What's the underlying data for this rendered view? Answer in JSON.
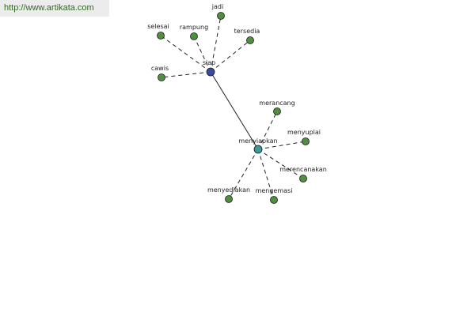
{
  "url": "http://www.artikata.com",
  "colors": {
    "hub_primary": "#3a4a9c",
    "hub_secondary": "#3e9a9a",
    "leaf": "#4f8f3f",
    "edge": "#222222"
  },
  "nodes": [
    {
      "id": "siap",
      "label": "siap",
      "kind": "hub_primary"
    },
    {
      "id": "menyiapkan",
      "label": "menyiapkan",
      "kind": "hub_secondary"
    },
    {
      "id": "jadi",
      "label": "jadi",
      "kind": "leaf"
    },
    {
      "id": "selesai",
      "label": "selesai",
      "kind": "leaf"
    },
    {
      "id": "rampung",
      "label": "rampung",
      "kind": "leaf"
    },
    {
      "id": "tersedia",
      "label": "tersedia",
      "kind": "leaf"
    },
    {
      "id": "cawis",
      "label": "cawis",
      "kind": "leaf"
    },
    {
      "id": "merancang",
      "label": "merancang",
      "kind": "leaf"
    },
    {
      "id": "menyuplai",
      "label": "menyuplai",
      "kind": "leaf"
    },
    {
      "id": "merencanakan",
      "label": "merencanakan",
      "kind": "leaf"
    },
    {
      "id": "mengemasi",
      "label": "mengemasi",
      "kind": "leaf"
    },
    {
      "id": "menyediakan",
      "label": "menyediakan",
      "kind": "leaf"
    }
  ],
  "edges": [
    {
      "from": "siap",
      "to": "menyiapkan",
      "style": "solid"
    },
    {
      "from": "siap",
      "to": "jadi",
      "style": "dashed"
    },
    {
      "from": "siap",
      "to": "selesai",
      "style": "dashed"
    },
    {
      "from": "siap",
      "to": "rampung",
      "style": "dashed"
    },
    {
      "from": "siap",
      "to": "tersedia",
      "style": "dashed"
    },
    {
      "from": "siap",
      "to": "cawis",
      "style": "dashed"
    },
    {
      "from": "menyiapkan",
      "to": "merancang",
      "style": "dashed"
    },
    {
      "from": "menyiapkan",
      "to": "menyuplai",
      "style": "dashed"
    },
    {
      "from": "menyiapkan",
      "to": "merencanakan",
      "style": "dashed"
    },
    {
      "from": "menyiapkan",
      "to": "mengemasi",
      "style": "dashed"
    },
    {
      "from": "menyiapkan",
      "to": "menyediakan",
      "style": "dashed"
    }
  ]
}
